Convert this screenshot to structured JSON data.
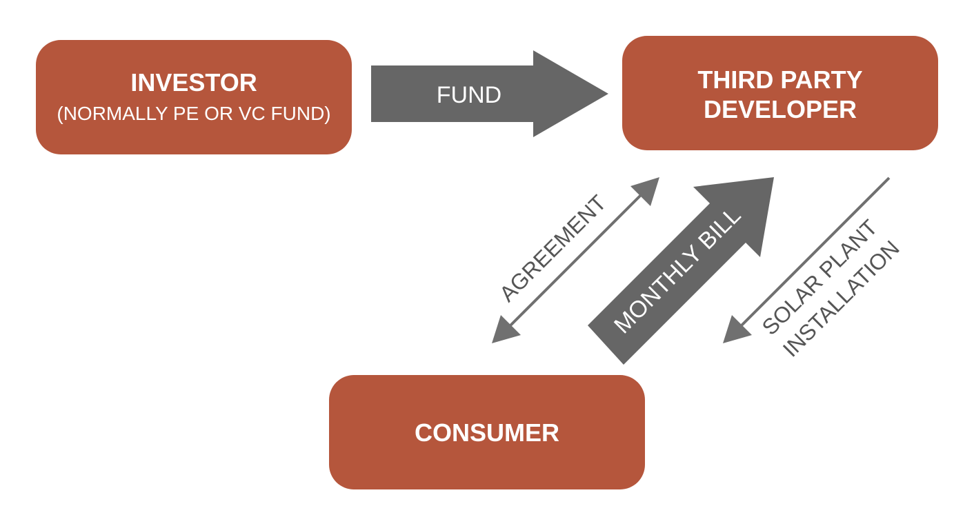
{
  "nodes": {
    "investor": {
      "title": "INVESTOR",
      "subtitle": "(NORMALLY PE OR VC FUND)"
    },
    "developer": {
      "title_line1": "THIRD PARTY",
      "title_line2": "DEVELOPER"
    },
    "consumer": {
      "title": "CONSUMER"
    }
  },
  "edges": {
    "fund": {
      "label": "FUND"
    },
    "agreement": {
      "label": "AGREEMENT"
    },
    "monthly_bill": {
      "label": "MONTHLY BILL"
    },
    "solar": {
      "label_line1": "SOLAR PLANT",
      "label_line2": "INSTALLATION"
    }
  },
  "colors": {
    "node_fill": "#b5563c",
    "arrow_fill": "#666666",
    "line_stroke": "#707070",
    "text_light": "#ffffff",
    "text_dark": "#555555"
  }
}
